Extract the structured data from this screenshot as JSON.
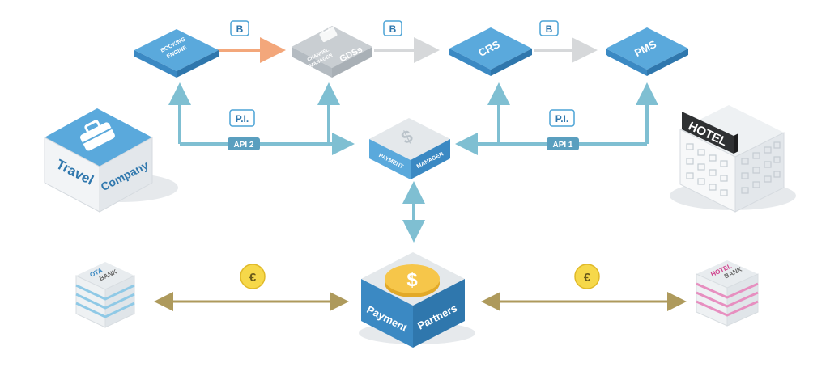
{
  "nodes": {
    "booking_engine": {
      "line1": "BOOKING",
      "line2": "ENGINE"
    },
    "gds": {
      "line1": "CHANNEL",
      "line2": "MANAGER",
      "name": "GDSs"
    },
    "crs": {
      "name": "CRS"
    },
    "pms": {
      "name": "PMS"
    },
    "payment_manager": {
      "line1": "PAYMENT",
      "line2": "MANAGER"
    },
    "travel_company": {
      "line1": "Travel",
      "line2": "Company"
    },
    "hotel": {
      "sign": "HOTEL"
    },
    "ota_bank": {
      "line1": "OTA",
      "line2": "BANK"
    },
    "hotel_bank": {
      "line1": "HOTEL",
      "line2": "BANK"
    },
    "payment_partners": {
      "line1": "Payment",
      "line2": "Partners"
    }
  },
  "badges": {
    "booking": "B",
    "payment_info": "P.I.",
    "euro": "€"
  },
  "apis": {
    "left": "API 2",
    "right": "API 1"
  },
  "colors": {
    "blue_top": "#5aa9dc",
    "blue_side_left": "#3b89c3",
    "blue_side_right": "#2f77ad",
    "gray_top": "#c9ced2",
    "gray_side": "#a9b0b6",
    "connector": "#7fbfd2",
    "gray_arrow": "#d6d8da",
    "orange_arrow": "#f3a77b",
    "gold_arrow": "#ae9a5c",
    "euro_fill": "#f6d84a",
    "badge_stroke": "#4ba3d6"
  }
}
